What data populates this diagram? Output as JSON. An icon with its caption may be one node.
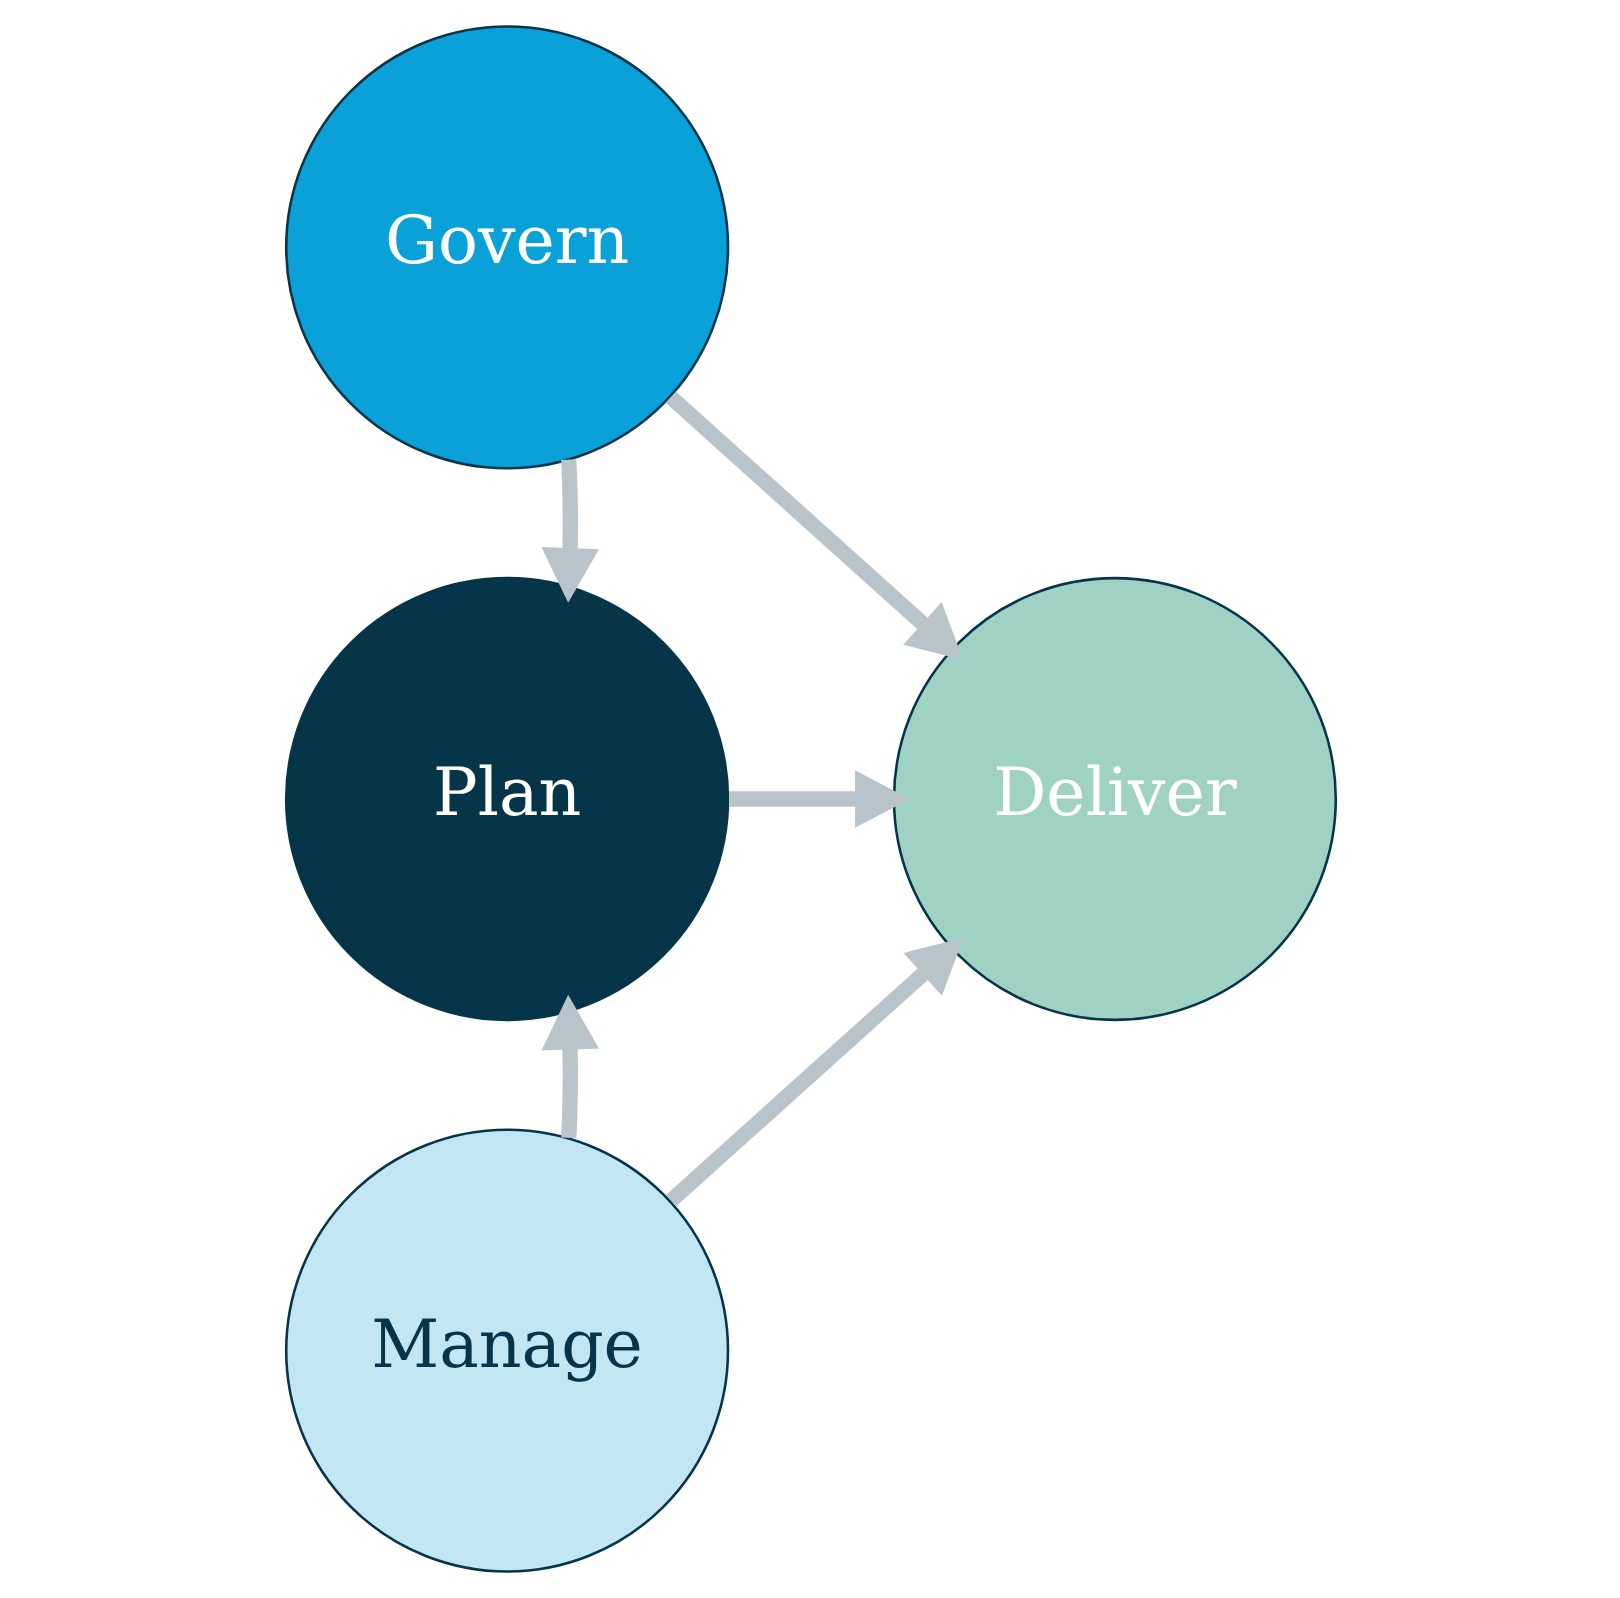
{
  "diagram": {
    "nodes": [
      {
        "text": [
          "Govern"
        ]
      },
      {
        "text": [
          "Plan"
        ]
      },
      {
        "text": [
          "Deliver"
        ]
      },
      {
        "text": [
          "Manage"
        ]
      }
    ],
    "edges": [
      {
        "from": 0,
        "to": 1,
        "arrow": "to"
      },
      {
        "from": 0,
        "to": 2,
        "arrow": "to"
      },
      {
        "from": 1,
        "to": 2,
        "arrow": "to"
      },
      {
        "from": 3,
        "to": 1,
        "arrow": "to"
      },
      {
        "from": 3,
        "to": 2,
        "arrow": "to"
      }
    ]
  }
}
